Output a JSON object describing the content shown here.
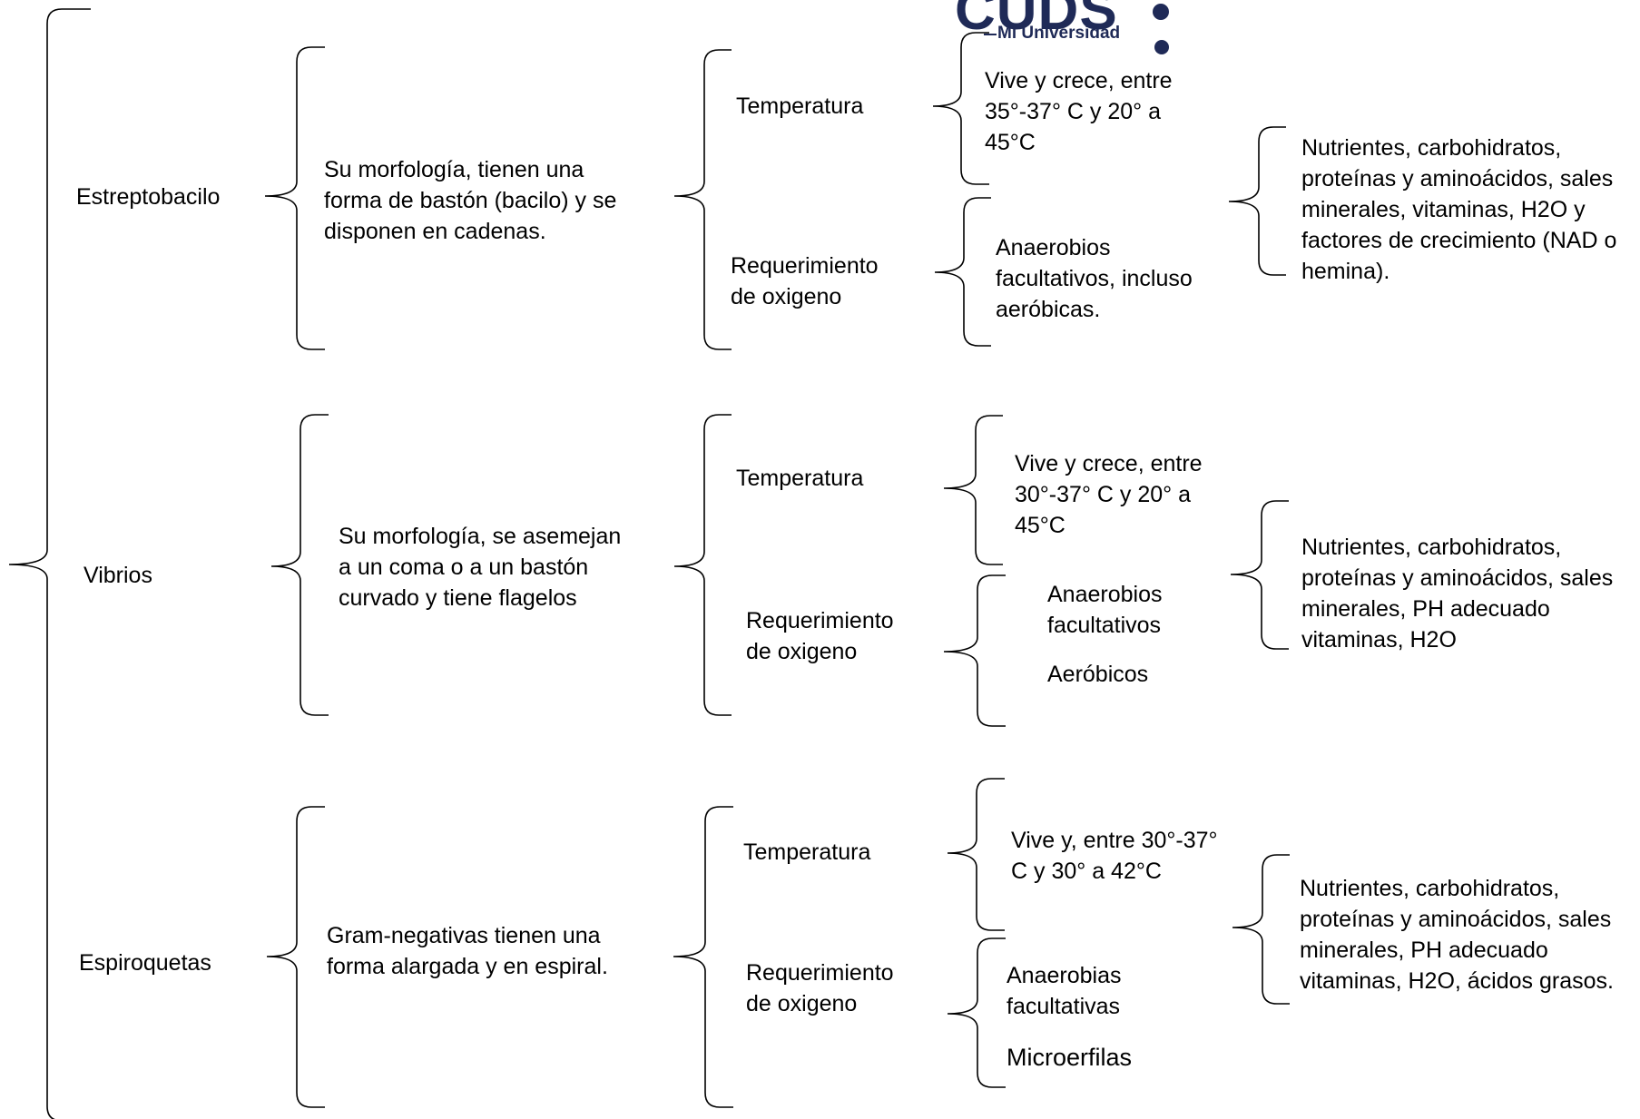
{
  "logo": {
    "word": "CUDS",
    "subtitle": "Mi Universidad"
  },
  "groups": [
    {
      "name": "Estreptobacilo",
      "morphology": [
        "Su morfología, tienen una",
        "forma de bastón (bacilo) y se",
        "disponen en cadenas."
      ],
      "temperature_label": "Temperatura",
      "temperature": [
        "Vive y crece, entre",
        "35°-37° C y 20° a",
        "45°C"
      ],
      "oxygen_label": [
        "Requerimiento",
        "de oxigeno"
      ],
      "oxygen": [
        "Anaerobios",
        "facultativos, incluso",
        "aeróbicas."
      ],
      "nutrients": [
        "Nutrientes, carbohidratos,",
        "proteínas y aminoácidos, sales",
        "minerales, vitaminas, H2O y",
        "factores de crecimiento (NAD o",
        "hemina)."
      ]
    },
    {
      "name": "Vibrios",
      "morphology": [
        "Su morfología, se asemejan",
        "a un coma o a un bastón",
        "curvado y tiene flagelos"
      ],
      "temperature_label": "Temperatura",
      "temperature": [
        "Vive y crece, entre",
        "30°-37° C y 20° a",
        "45°C"
      ],
      "oxygen_label": [
        "Requerimiento",
        "de oxigeno"
      ],
      "oxygen": [
        "Anaerobios",
        "facultativos"
      ],
      "oxygen_extra": "Aeróbicos",
      "nutrients": [
        "Nutrientes, carbohidratos,",
        "proteínas y aminoácidos, sales",
        "minerales, PH adecuado",
        "vitaminas, H2O"
      ]
    },
    {
      "name": "Espiroquetas",
      "morphology": [
        "Gram-negativas tienen una",
        "forma alargada y en espiral."
      ],
      "temperature_label": "Temperatura",
      "temperature": [
        "Vive y, entre 30°-37°",
        "C y 30° a 42°C"
      ],
      "oxygen_label": [
        "Requerimiento",
        "de oxigeno"
      ],
      "oxygen": [
        "Anaerobias",
        "facultativas"
      ],
      "oxygen_extra": "Microerfilas",
      "nutrients": [
        "Nutrientes, carbohidratos,",
        "proteínas y aminoácidos, sales",
        "minerales, PH adecuado",
        "vitaminas, H2O, ácidos grasos."
      ]
    }
  ]
}
